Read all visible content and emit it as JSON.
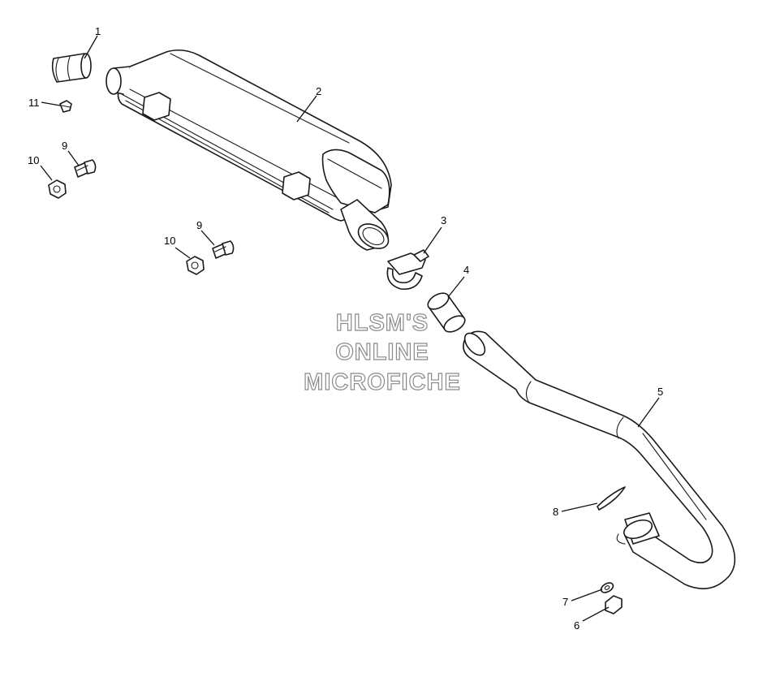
{
  "callouts": {
    "c1": "1",
    "c2": "2",
    "c3": "3",
    "c4": "4",
    "c5": "5",
    "c6": "6",
    "c7": "7",
    "c8": "8",
    "c9a": "9",
    "c9b": "9",
    "c10a": "10",
    "c10b": "10",
    "c11": "11"
  },
  "watermark": {
    "line1": "HLSM'S",
    "line2": "ONLINE",
    "line3": "MICROFICHE"
  },
  "colors": {
    "line": "#1a1a1a",
    "watermark_outline": "#8a8a8a",
    "background": "#ffffff"
  }
}
